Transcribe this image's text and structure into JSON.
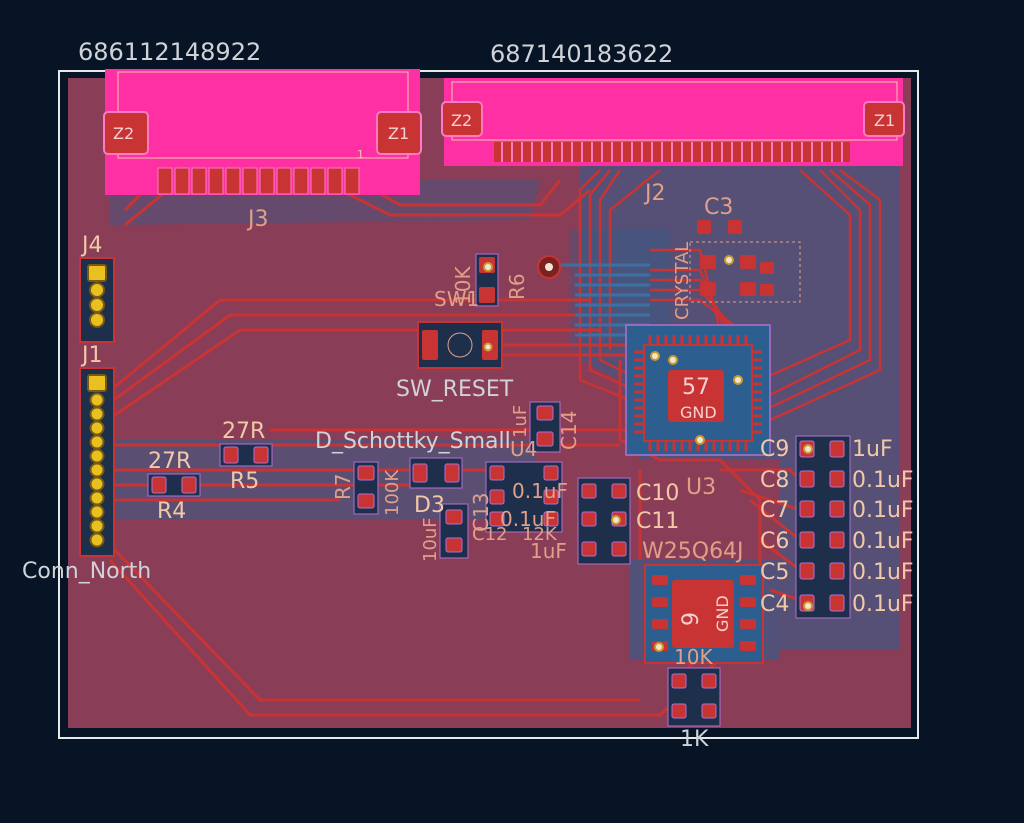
{
  "colors": {
    "background": "#061426",
    "board_fill": "#8a3d57",
    "ground_pour": "#2c5f8f",
    "copper_front": "#c83434",
    "silk_front": "#f2c9a8",
    "silk_back": "#e0a088",
    "outline": "#e8e8e8",
    "connector_pad": "#ff2fa4",
    "pth": "#e8c020"
  },
  "labels": {
    "conn1_part": "686112148922",
    "conn2_part": "687140183622",
    "z1": "Z1",
    "z2": "Z2",
    "pin1_mark": "1",
    "j3": "J3",
    "j2": "J2",
    "j4": "J4",
    "j1": "J1",
    "conn_north": "Conn_North",
    "r6": "R6",
    "r6_val": "10K",
    "sw1": "SW1",
    "sw_reset": "SW_RESET",
    "c3": "C3",
    "crystal_back": "CRYSTAL",
    "u1_pads": "57",
    "u1_gnd": "GND",
    "u2_pads": "9",
    "u2_gnd": "GND",
    "u2_part": "W25Q64J",
    "u3": "U3",
    "c14": "C14",
    "c14_val": "1uF",
    "u4": "U4",
    "d_schottky": "D_Schottky_Small",
    "d3": "D3",
    "r5": "R5",
    "r5_val": "27R",
    "r4": "R4",
    "r4_val": "27R",
    "r7": "R7",
    "r7_val": "100K",
    "c13": "C13",
    "c13_val": "10uF",
    "c12": "C12",
    "c12_val": "12K",
    "c10": "C10",
    "c11": "C11",
    "c_col_val1": "0.1uF",
    "c_col_val2": "0.1uF",
    "c_col_val3": "1uF",
    "c9": "C9",
    "c9_val": "1uF",
    "c8": "C8",
    "c8_val": "0.1uF",
    "c7": "C7",
    "c7_val": "0.1uF",
    "c6": "C6",
    "c6_val": "0.1uF",
    "c5": "C5",
    "c5_val": "0.1uF",
    "c4": "C4",
    "c4_val": "0.1uF",
    "r_10k": "10K",
    "r_1k": "1K"
  }
}
